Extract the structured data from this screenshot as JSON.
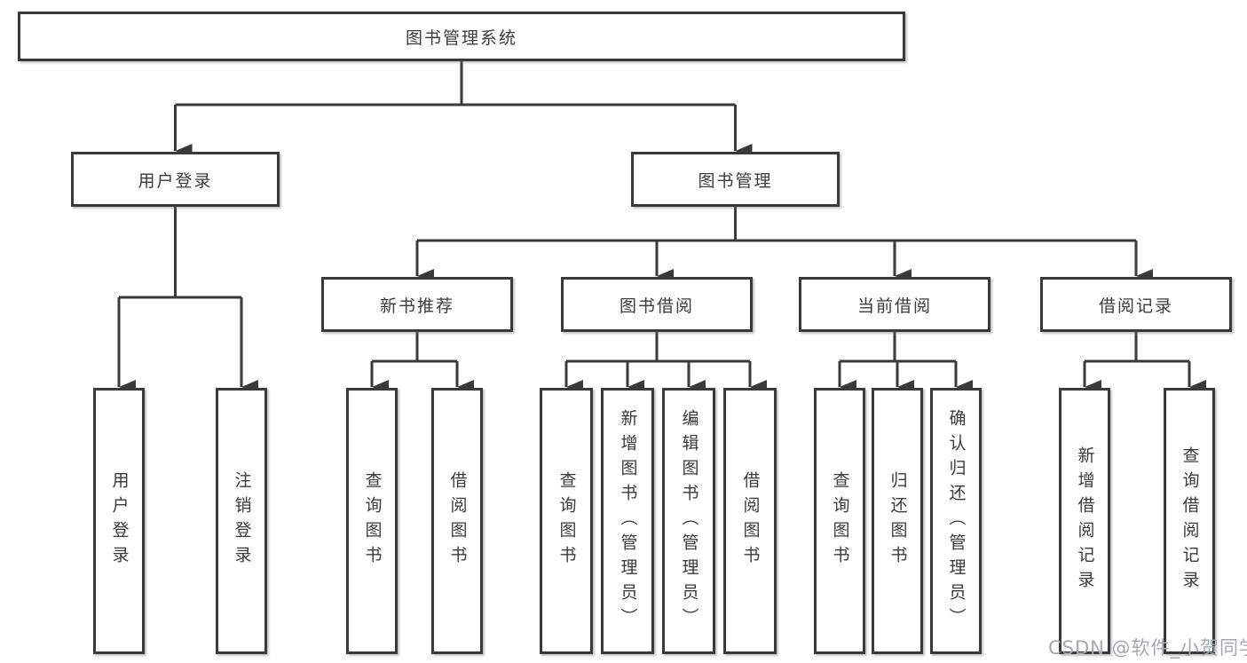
{
  "tree": {
    "root": {
      "label": "图书管理系统",
      "children": [
        {
          "label": "用户登录",
          "children": [
            {
              "label": "用户登录"
            },
            {
              "label": "注销登录"
            }
          ]
        },
        {
          "label": "图书管理",
          "children": [
            {
              "label": "新书推荐",
              "children": [
                {
                  "label": "查询图书"
                },
                {
                  "label": "借阅图书"
                }
              ]
            },
            {
              "label": "图书借阅",
              "children": [
                {
                  "label": "查询图书"
                },
                {
                  "label": "新增图书（管理员）"
                },
                {
                  "label": "编辑图书（管理员）"
                },
                {
                  "label": "借阅图书"
                }
              ]
            },
            {
              "label": "当前借阅",
              "children": [
                {
                  "label": "查询图书"
                },
                {
                  "label": "归还图书"
                },
                {
                  "label": "确认归还（管理员）"
                }
              ]
            },
            {
              "label": "借阅记录",
              "children": [
                {
                  "label": "新增借阅记录"
                },
                {
                  "label": "查询借阅记录"
                }
              ]
            }
          ]
        }
      ]
    }
  },
  "watermark": {
    "text": "CSDN @软件_小贺同学"
  },
  "colors": {
    "line": "#3a3a3a",
    "box_border": "#3a3a3a",
    "box_background": "#ffffff",
    "label_text": "#3b3b3b",
    "watermark_text": "#a4a9ae",
    "page_background": "#ffffff"
  }
}
